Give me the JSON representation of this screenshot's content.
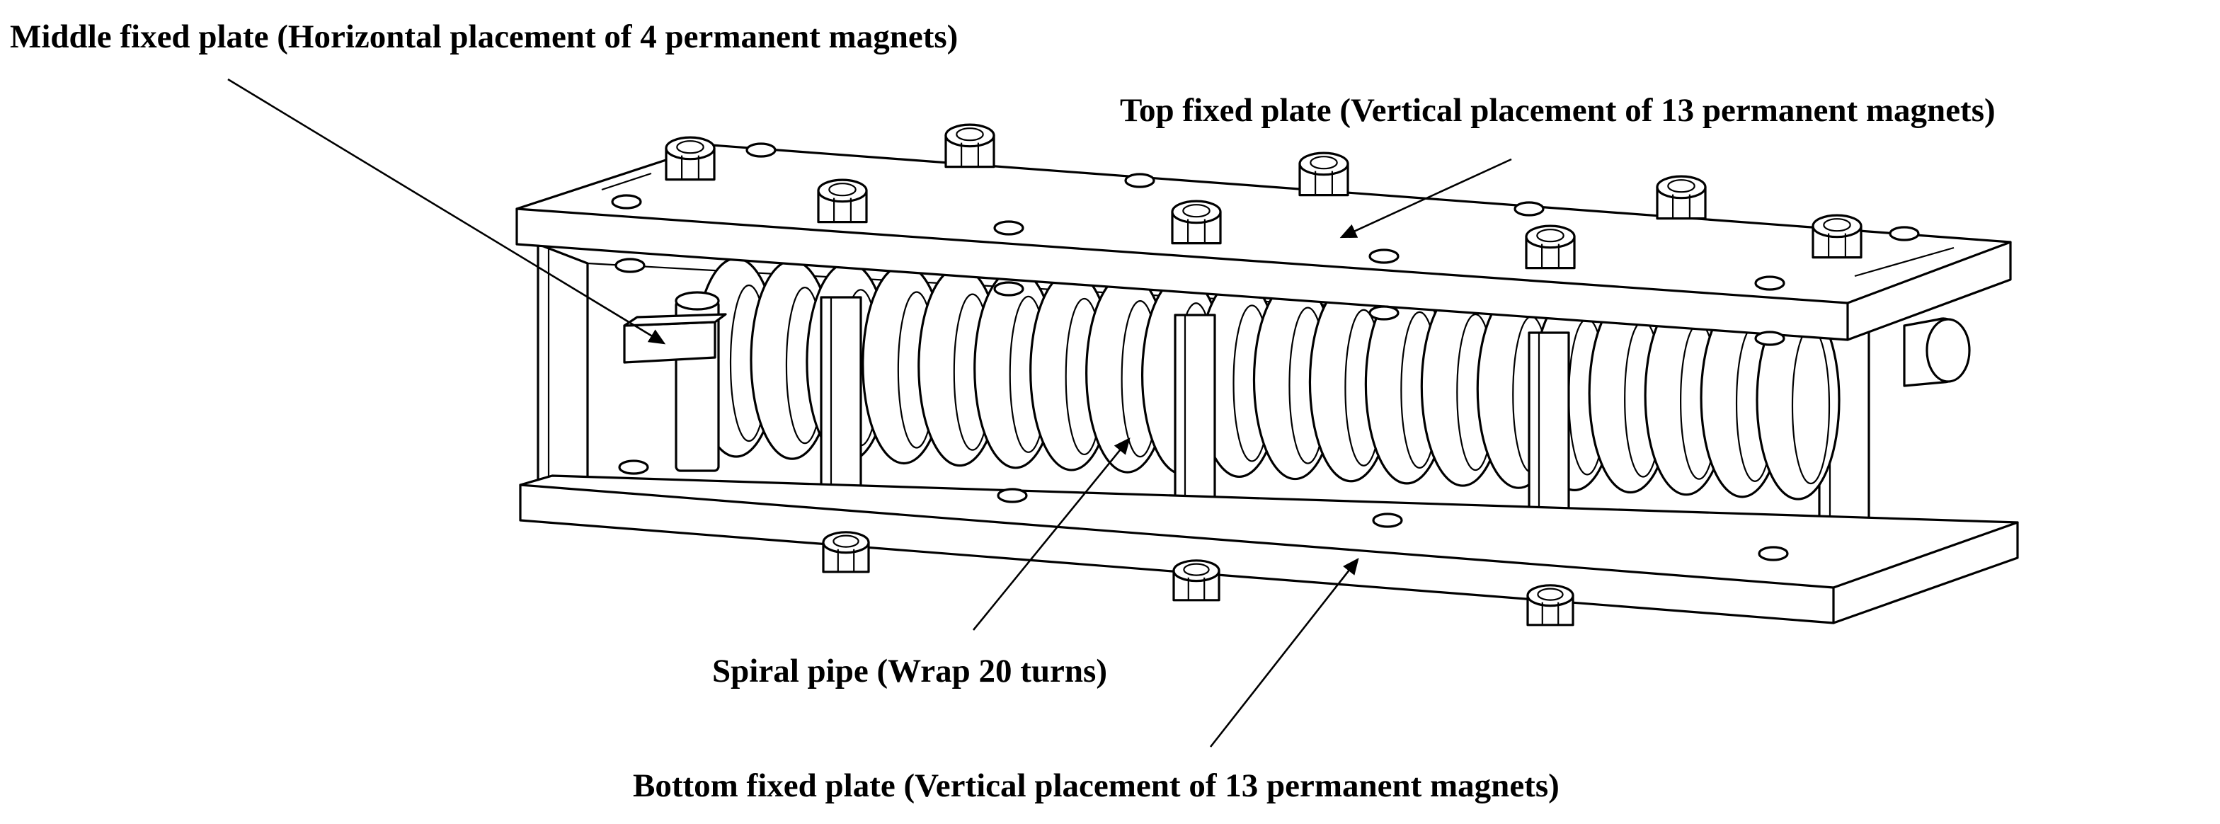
{
  "labels": {
    "middle_plate": "Middle fixed plate (Horizontal placement of 4 permanent magnets)",
    "top_plate": "Top fixed plate (Vertical placement of 13 permanent magnets)",
    "spiral_pipe": "Spiral pipe (Wrap 20 turns)",
    "bottom_plate": "Bottom fixed plate (Vertical placement of 13 permanent magnets)"
  },
  "colors": {
    "line": "#000000",
    "background": "#ffffff"
  }
}
